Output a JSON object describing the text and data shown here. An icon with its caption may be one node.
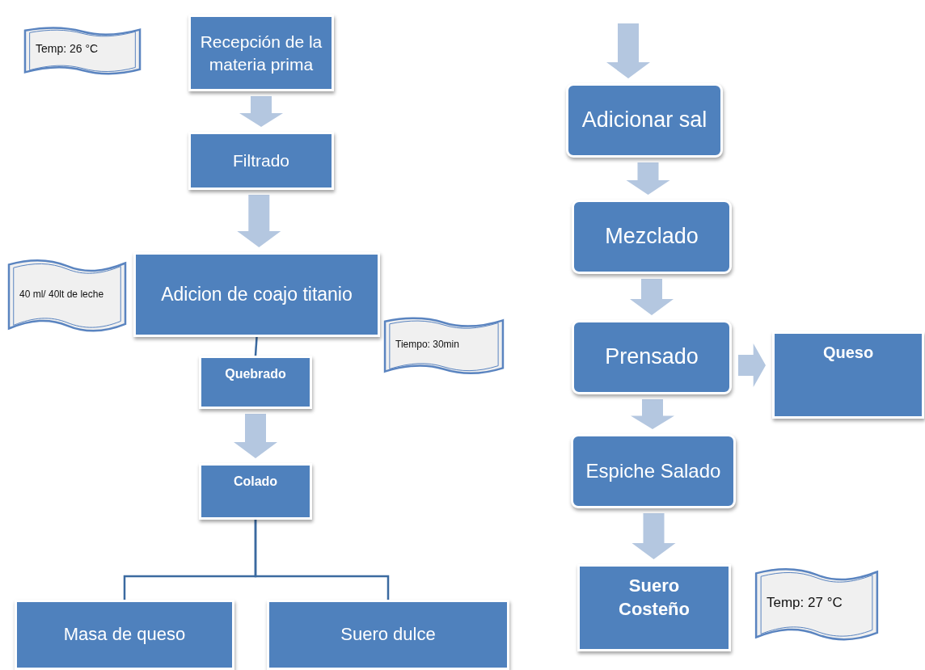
{
  "diagram": {
    "nodes": [
      {
        "text": [
          "Temp: 26 °C"
        ]
      },
      {
        "text": [
          "Recepción de la materia prima"
        ]
      },
      {
        "text": [
          "Filtrado"
        ]
      },
      {
        "text": [
          "40 ml/ 40lt de leche"
        ]
      },
      {
        "text": [
          "Adicion de coajo titanio"
        ]
      },
      {
        "text": [
          "Tiempo: 30min"
        ]
      },
      {
        "text": [
          "Quebrado"
        ]
      },
      {
        "text": [
          "Colado"
        ]
      },
      {
        "text": [
          "Masa de queso"
        ]
      },
      {
        "text": [
          "Suero dulce"
        ]
      },
      {
        "text": [
          "Adicionar sal"
        ]
      },
      {
        "text": [
          "Mezclado"
        ]
      },
      {
        "text": [
          "Prensado"
        ]
      },
      {
        "text": [
          "Queso"
        ]
      },
      {
        "text": [
          "Espiche Salado"
        ]
      },
      {
        "text": [
          "Suero Costeño"
        ]
      },
      {
        "text": [
          "Temp: 27 °C"
        ]
      }
    ],
    "edges": [
      {
        "from": 1,
        "to": 2,
        "arrow": "to"
      },
      {
        "from": 2,
        "to": 4,
        "arrow": "to"
      },
      {
        "from": 4,
        "to": 6,
        "arrow": "none"
      },
      {
        "from": 6,
        "to": 7,
        "arrow": "to"
      },
      {
        "from": 7,
        "to": 8,
        "arrow": "none"
      },
      {
        "from": 7,
        "to": 9,
        "arrow": "none"
      },
      {
        "from": null,
        "to": 10,
        "arrow": "to"
      },
      {
        "from": 10,
        "to": 11,
        "arrow": "to"
      },
      {
        "from": 11,
        "to": 12,
        "arrow": "to"
      },
      {
        "from": 12,
        "to": 13,
        "arrow": "to"
      },
      {
        "from": 12,
        "to": 14,
        "arrow": "to"
      },
      {
        "from": 14,
        "to": 15,
        "arrow": "to"
      }
    ]
  }
}
